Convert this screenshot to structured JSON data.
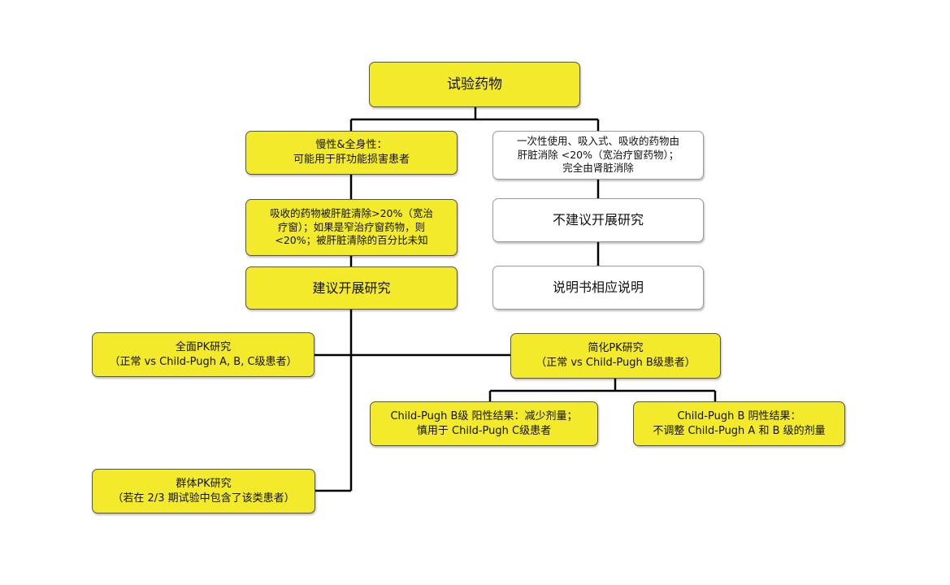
{
  "colors": {
    "box_fill": "#f2ea2a",
    "box_border": "#555555",
    "white_box_border": "#9a9a9a",
    "line": "#000000"
  },
  "nodes": {
    "root": {
      "line1": "试验药物"
    },
    "chronic": {
      "line1": "慢性&全身性：",
      "line2": "可能用于肝功能损害患者"
    },
    "single_use": {
      "line1": "一次性使用、吸入式、吸收的药物由",
      "line2": "肝脏消除 <20%（宽治疗窗药物）；",
      "line3": "完全由肾脏消除"
    },
    "absorbed": {
      "line1": "吸收的药物被肝脏清除>20%（宽治",
      "line2": "疗窗）；如果是窄治疗窗药物，则",
      "line3": "<20%；被肝脏清除的百分比未知"
    },
    "not_recommend": {
      "line1": "不建议开展研究"
    },
    "recommend": {
      "line1": "建议开展研究"
    },
    "label_note": {
      "line1": "说明书相应说明"
    },
    "full_pk": {
      "line1": "全面PK研究",
      "line2": "（正常 vs Child-Pugh A, B, C级患者）"
    },
    "simplified_pk": {
      "line1": "简化PK研究",
      "line2": "（正常 vs Child-Pugh B级患者）"
    },
    "positive": {
      "line1": "Child-Pugh B级  阳性结果：减少剂量；",
      "line2": "慎用于 Child-Pugh C级患者"
    },
    "negative": {
      "line1": "Child-Pugh B  阴性结果：",
      "line2": "不调整 Child-Pugh A 和 B 级的剂量"
    },
    "population_pk": {
      "line1": "群体PK研究",
      "line2": "（若在 2/3 期试验中包含了该类患者）"
    }
  }
}
